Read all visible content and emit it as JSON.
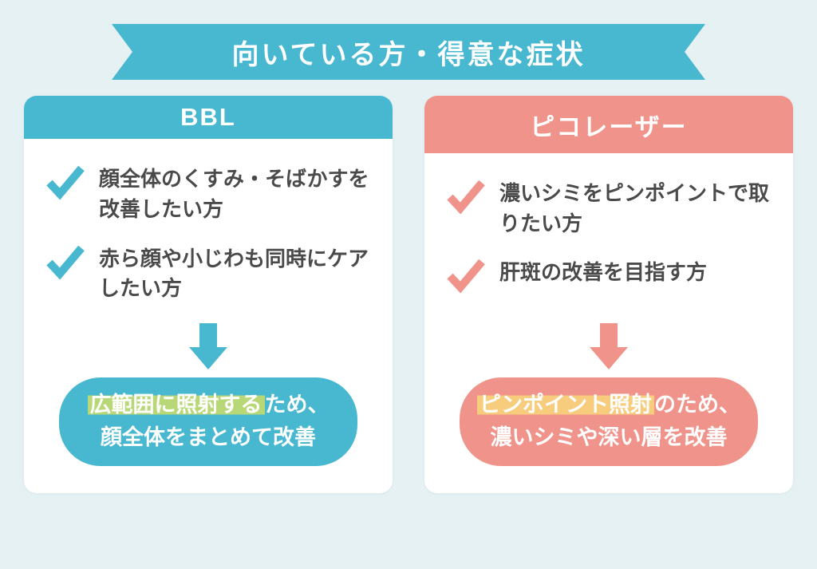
{
  "banner": {
    "title": "向いている方・得意な症状"
  },
  "colors": {
    "background": "#e5f1f3",
    "teal": "#47b8cf",
    "salmon": "#f0948b",
    "text": "#4a4a4a",
    "highlight_green": "#b8d877",
    "highlight_orange": "#f8cc7d"
  },
  "columns": [
    {
      "header": "BBL",
      "items": [
        "顔全体のくすみ・そばかすを改善したい方",
        "赤ら顔や小じわも同時にケアしたい方"
      ],
      "conclusion": {
        "highlighted": "広範囲に照射する",
        "line1_rest": "ため、",
        "line2": "顔全体をまとめて改善"
      }
    },
    {
      "header": "ピコレーザー",
      "items": [
        "濃いシミをピンポイントで取りたい方",
        "肝斑の改善を目指す方"
      ],
      "conclusion": {
        "highlighted": "ピンポイント照射",
        "line1_rest": "のため、",
        "line2": "濃いシミや深い層を改善"
      }
    }
  ]
}
